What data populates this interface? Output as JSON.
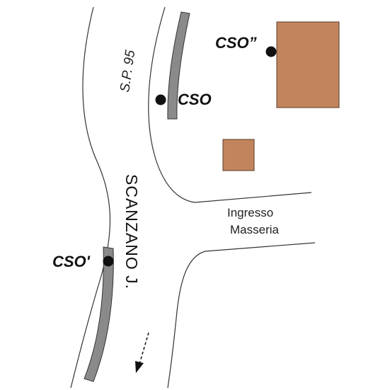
{
  "road": {
    "name": "S.P. 95"
  },
  "direction": {
    "label": "SCANZANO J."
  },
  "entrance": {
    "line1": "Ingresso",
    "line2": "Masseria"
  },
  "sites": {
    "cso": "CSO",
    "cso_prime": "CSO'",
    "cso_double": "CSO”"
  },
  "colors": {
    "building": "#c1845c",
    "building_outline": "#5a3a26",
    "strip": "#8a8a8a",
    "strip_outline": "#333333",
    "road_edge": "#333333",
    "marker": "#111111"
  },
  "icons": {
    "marker": "filled-circle",
    "arrow": "dashed-arrow-down"
  }
}
